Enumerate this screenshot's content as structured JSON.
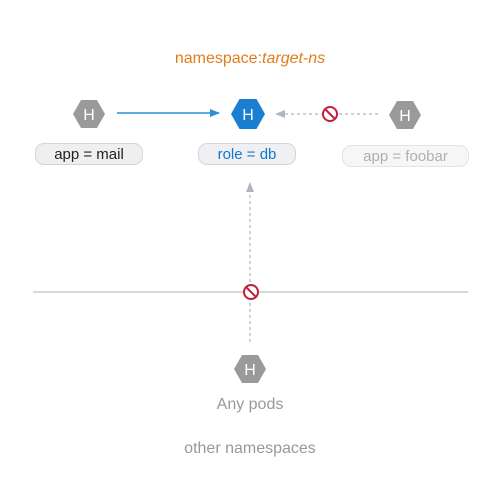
{
  "namespace": {
    "prefix": "namespace:",
    "name": "target-ns"
  },
  "pods": {
    "mail": {
      "icon_letter": "H",
      "label": "app = mail",
      "color": "#9a9a9a"
    },
    "db": {
      "icon_letter": "H",
      "label": "role = db",
      "color": "#1a7fd0"
    },
    "foobar": {
      "icon_letter": "H",
      "label": "app = foobar",
      "color": "#9a9a9a"
    },
    "any": {
      "icon_letter": "H",
      "label": "Any pods",
      "color": "#9a9a9a"
    }
  },
  "regions": {
    "other_namespaces": "other namespaces"
  },
  "colors": {
    "allow_arrow": "#2b8fd6",
    "deny_arrow": "#aeb6c2",
    "deny_symbol": "#c2203a",
    "divider": "#d9d9d9"
  }
}
